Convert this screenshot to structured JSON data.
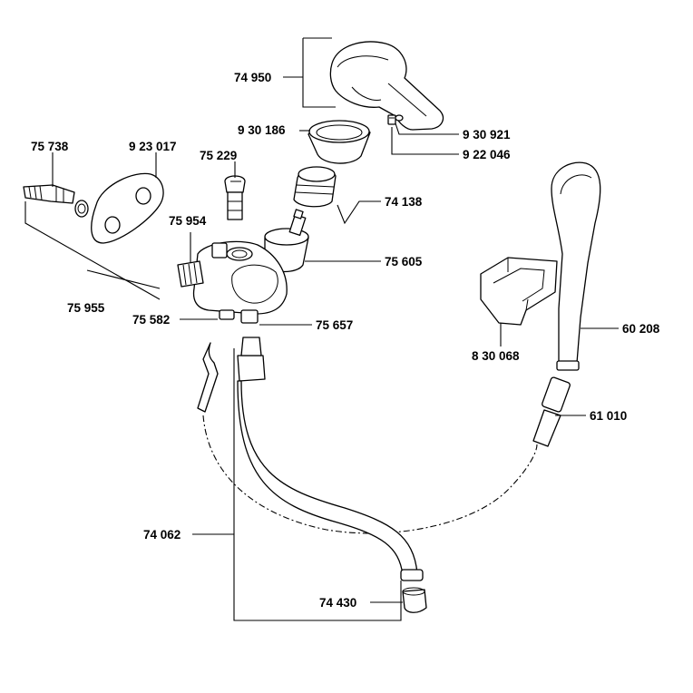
{
  "parts": {
    "p74950": "74 950",
    "p930186": "9 30 186",
    "p930921": "9 30 921",
    "p922046": "9 22 046",
    "p75738": "75 738",
    "p923017": "9 23 017",
    "p75229": "75 229",
    "p74138": "74 138",
    "p75954": "75 954",
    "p75605": "75 605",
    "p75955": "75 955",
    "p75582": "75 582",
    "p75657": "75 657",
    "p830068": "8 30 068",
    "p60208": "60 208",
    "p61010": "61 010",
    "p74062": "74 062",
    "p74430": "74 430"
  }
}
